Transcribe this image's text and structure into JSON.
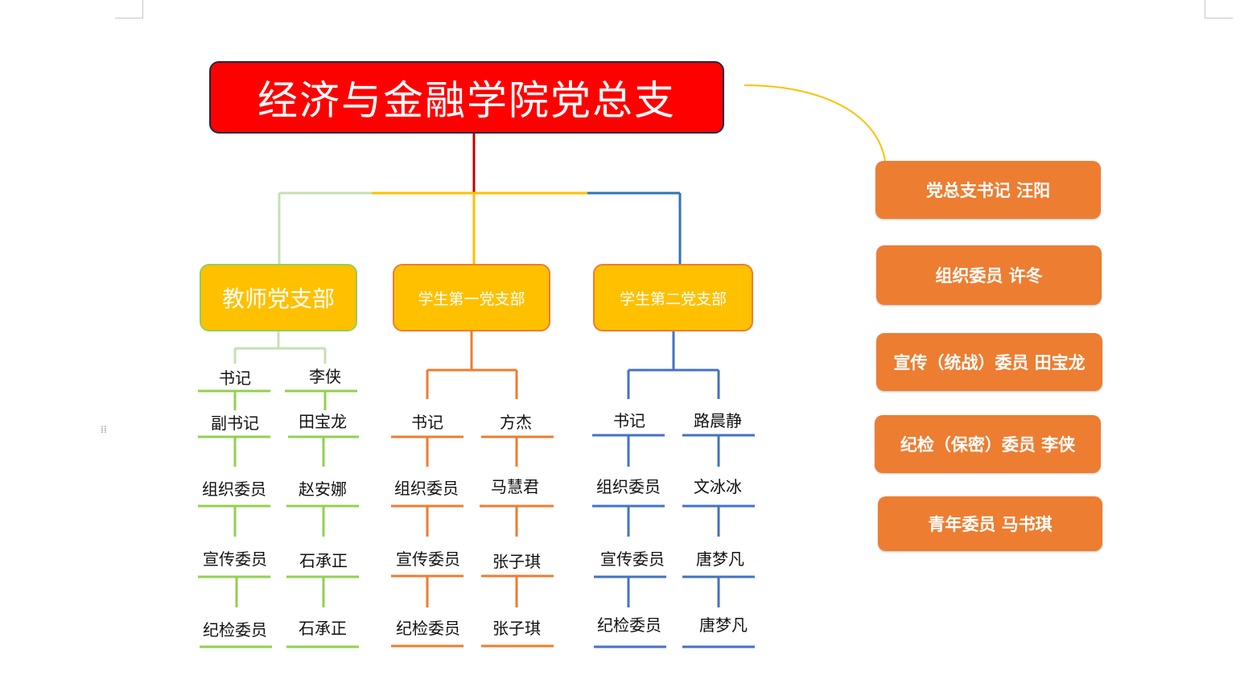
{
  "title": "经济与金融学院党总支",
  "branches": {
    "teacher": "教师党支部",
    "student1": "学生第一党支部",
    "student2": "学生第二党支部"
  },
  "teacher_rows": [
    {
      "role": "书记",
      "name": "李侠"
    },
    {
      "role": "副书记",
      "name": "田宝龙"
    },
    {
      "role": "组织委员",
      "name": "赵安娜"
    },
    {
      "role": "宣传委员",
      "name": "石承正"
    },
    {
      "role": "纪检委员",
      "name": "石承正"
    }
  ],
  "student1_rows": [
    {
      "role": "书记",
      "name": "方杰"
    },
    {
      "role": "组织委员",
      "name": "马慧君"
    },
    {
      "role": "宣传委员",
      "name": "张子琪"
    },
    {
      "role": "纪检委员",
      "name": "张子琪"
    }
  ],
  "student2_rows": [
    {
      "role": "书记",
      "name": "路晨静"
    },
    {
      "role": "组织委员",
      "name": "文冰冰"
    },
    {
      "role": "宣传委员",
      "name": "唐梦凡"
    },
    {
      "role": "纪检委员",
      "name": "唐梦凡"
    }
  ],
  "committee": [
    "党总支书记  汪阳",
    "组织委员  许冬",
    "宣传（统战）委员  田宝龙",
    "纪检（保密）委员  李侠",
    "青年委员  马书琪"
  ],
  "colors": {
    "title_bg": "#ff0000",
    "branch_bg": "#ffc000",
    "card_bg": "#ed7d31",
    "teacher_line": "#92d050",
    "student1_line": "#ed7d31",
    "student2_line": "#4472c4"
  }
}
